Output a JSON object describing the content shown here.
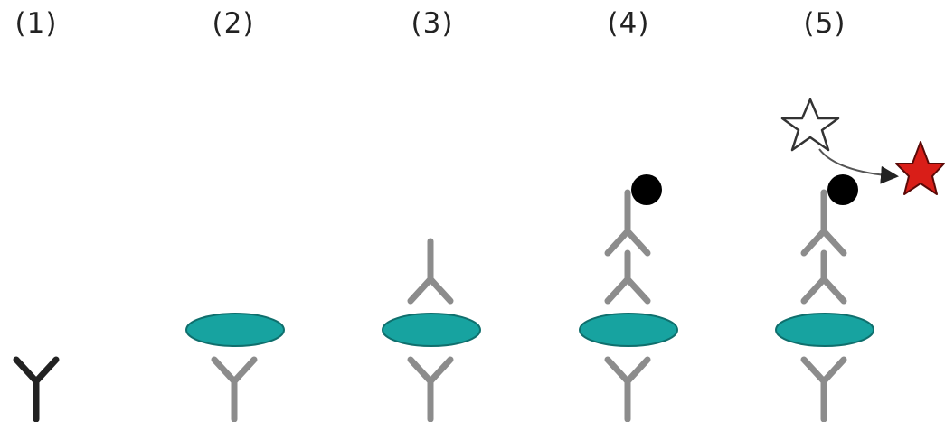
{
  "steps": [
    {
      "label": "(1)"
    },
    {
      "label": "(2)"
    },
    {
      "label": "(3)"
    },
    {
      "label": "(4)"
    },
    {
      "label": "(5)"
    }
  ],
  "colors": {
    "antigen": "#17a3a0",
    "antibody_dark": "#222222",
    "antibody_gray": "#8c8c8c",
    "enzyme_ball": "#000000",
    "product_star": "#d91e18",
    "substrate_star": "#ffffff"
  }
}
